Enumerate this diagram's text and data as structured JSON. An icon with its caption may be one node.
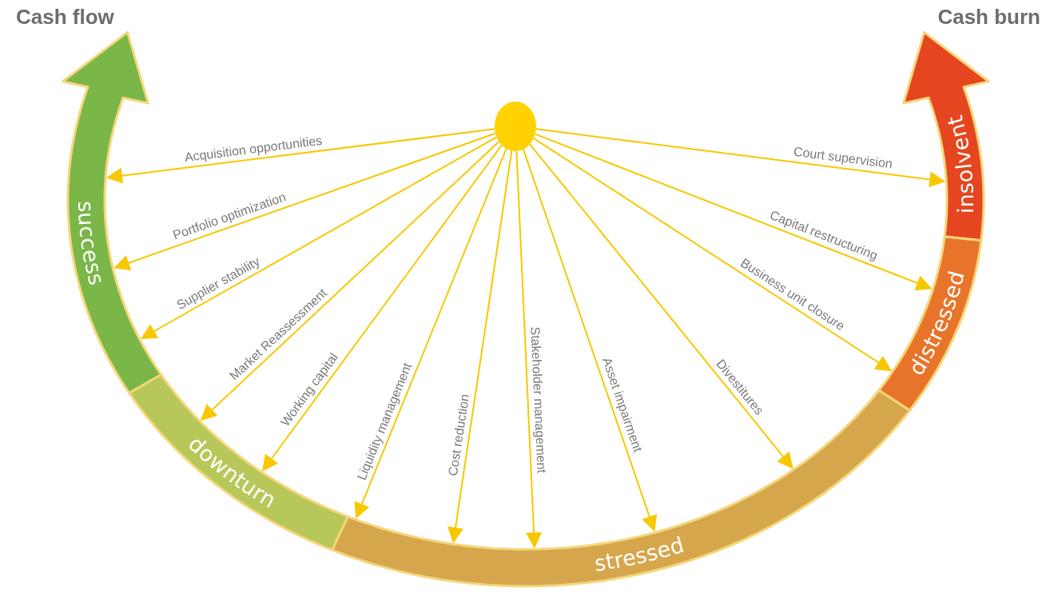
{
  "diagram": {
    "nodes": [
      {
        "text": [],
        "shape": "circle"
      },
      {
        "text": [
          "success"
        ]
      },
      {
        "text": [
          "downturn"
        ]
      },
      {
        "text": [
          "stressed"
        ]
      },
      {
        "text": [
          "distressed"
        ]
      },
      {
        "text": [
          "insolvent"
        ]
      }
    ],
    "edges": [
      {
        "from": 0,
        "to": 1,
        "arrow": "to",
        "label": "Acquisition opportunities"
      },
      {
        "from": 0,
        "to": 1,
        "arrow": "to",
        "label": "Portfolio optimization"
      },
      {
        "from": 0,
        "to": 1,
        "arrow": "to",
        "label": "Supplier stability"
      },
      {
        "from": 0,
        "to": 2,
        "arrow": "to",
        "label": "Market Reassessment"
      },
      {
        "from": 0,
        "to": 2,
        "arrow": "to",
        "label": "Working capital"
      },
      {
        "from": 0,
        "to": 3,
        "arrow": "to",
        "label": "Liquidity management"
      },
      {
        "from": 0,
        "to": 3,
        "arrow": "to",
        "label": "Cost reduction"
      },
      {
        "from": 0,
        "to": 3,
        "arrow": "to",
        "label": "Stakeholder management"
      },
      {
        "from": 0,
        "to": 3,
        "arrow": "to",
        "label": "Asset impairment"
      },
      {
        "from": 0,
        "to": 3,
        "arrow": "to",
        "label": "Divestitures"
      },
      {
        "from": 0,
        "to": 4,
        "arrow": "to",
        "label": "Business unit closure"
      },
      {
        "from": 0,
        "to": 4,
        "arrow": "to",
        "label": "Capital restructuring"
      },
      {
        "from": 0,
        "to": 5,
        "arrow": "to",
        "label": "Court supervision"
      }
    ],
    "labels": [
      "Cash flow",
      "Cash burn"
    ]
  }
}
